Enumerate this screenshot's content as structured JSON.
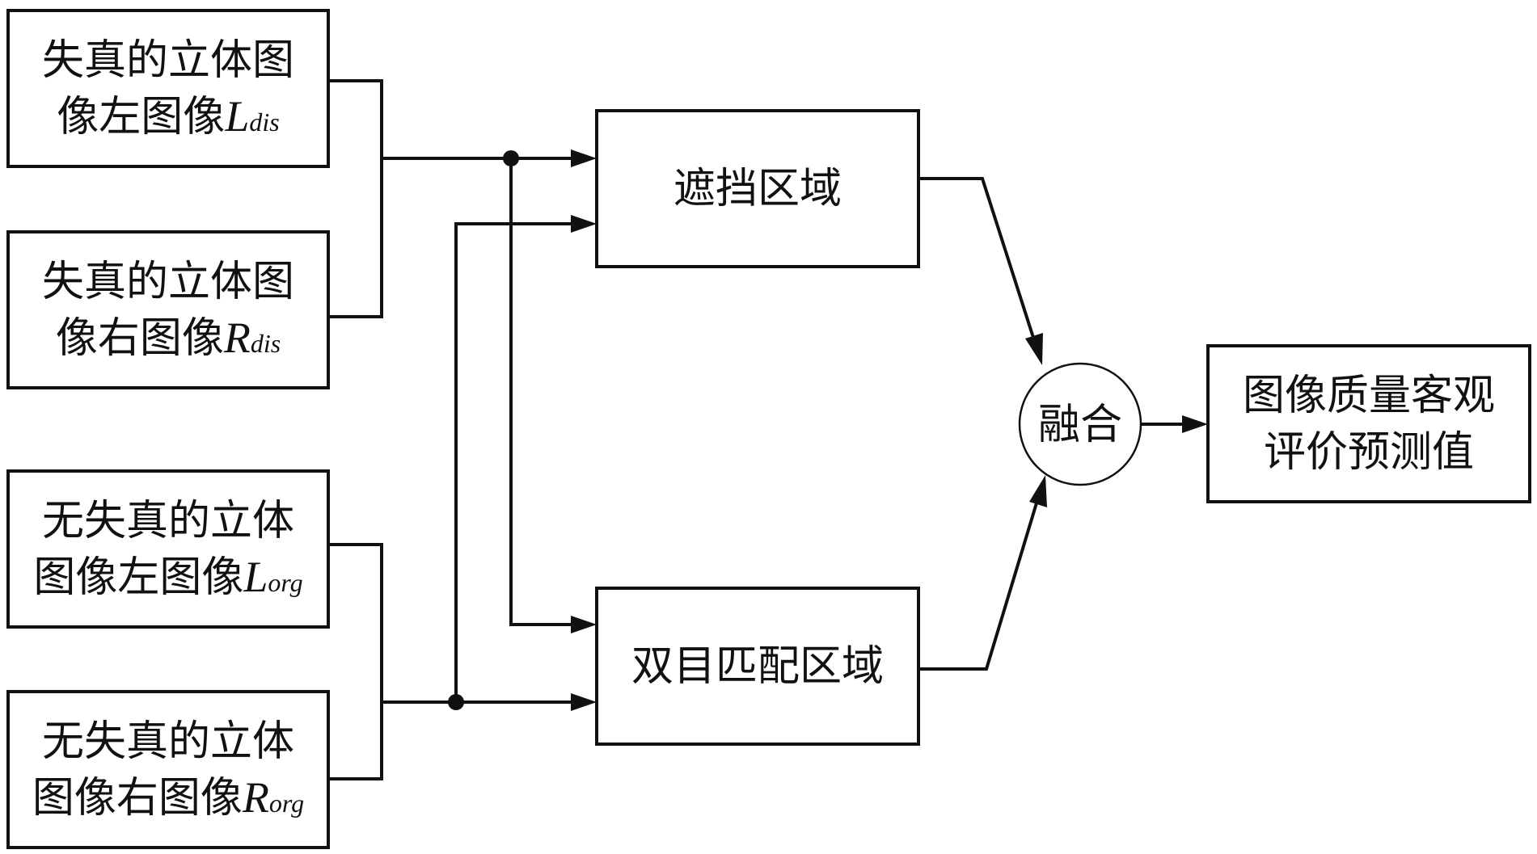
{
  "inputs": {
    "left_dis": {
      "line1": "失真的立体图",
      "line2_prefix": "像左图像",
      "var": "L",
      "sub": "dis"
    },
    "right_dis": {
      "line1": "失真的立体图",
      "line2_prefix": "像右图像",
      "var": "R",
      "sub": "dis"
    },
    "left_org": {
      "line1": "无失真的立体",
      "line2_prefix": "图像左图像",
      "var": "L",
      "sub": "org"
    },
    "right_org": {
      "line1": "无失真的立体",
      "line2_prefix": "图像右图像",
      "var": "R",
      "sub": "org"
    }
  },
  "process": {
    "occlusion": "遮挡区域",
    "binocular": "双目匹配区域"
  },
  "fusion": "融合",
  "output": {
    "line1": "图像质量客观",
    "line2": "评价预测值"
  }
}
